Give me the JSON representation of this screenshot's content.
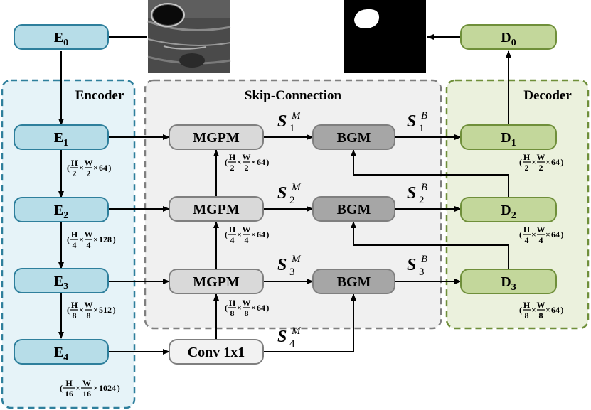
{
  "groups": {
    "encoder": "Encoder",
    "skip": "Skip-Connection",
    "decoder": "Decoder"
  },
  "encoder_nodes": [
    {
      "base": "E",
      "sub": "0"
    },
    {
      "base": "E",
      "sub": "1"
    },
    {
      "base": "E",
      "sub": "2"
    },
    {
      "base": "E",
      "sub": "3"
    },
    {
      "base": "E",
      "sub": "4"
    }
  ],
  "decoder_nodes": [
    {
      "base": "D",
      "sub": "0"
    },
    {
      "base": "D",
      "sub": "1"
    },
    {
      "base": "D",
      "sub": "2"
    },
    {
      "base": "D",
      "sub": "3"
    }
  ],
  "mgpm_label": "MGPM",
  "bgm_label": "BGM",
  "conv_label": "Conv 1x1",
  "skip_labels": [
    {
      "base": "S",
      "sub": "1",
      "sup": "M"
    },
    {
      "base": "S",
      "sub": "2",
      "sup": "M"
    },
    {
      "base": "S",
      "sub": "3",
      "sup": "M"
    },
    {
      "base": "S",
      "sub": "4",
      "sup": "M"
    },
    {
      "base": "S",
      "sub": "1",
      "sup": "B"
    },
    {
      "base": "S",
      "sub": "2",
      "sup": "B"
    },
    {
      "base": "S",
      "sub": "3",
      "sup": "B"
    }
  ],
  "dims": {
    "h": "H",
    "w": "W",
    "times": "×",
    "open": "(",
    "close": ")",
    "encoder": [
      {
        "den": "2",
        "ch": "64"
      },
      {
        "den": "4",
        "ch": "128"
      },
      {
        "den": "8",
        "ch": "512"
      },
      {
        "den": "16",
        "ch": "1024"
      }
    ],
    "mgpm": [
      {
        "den": "2",
        "ch": "64"
      },
      {
        "den": "4",
        "ch": "64"
      },
      {
        "den": "8",
        "ch": "64"
      }
    ],
    "decoder": [
      {
        "den": "2",
        "ch": "64"
      },
      {
        "den": "4",
        "ch": "64"
      },
      {
        "den": "8",
        "ch": "64"
      }
    ]
  },
  "colors": {
    "encoder_fill": "#b7dde8",
    "encoder_stroke": "#2e7f9c",
    "encoder_group_fill": "#e6f3f8",
    "encoder_group_stroke": "#2e7f9c",
    "decoder_fill": "#c3d79b",
    "decoder_stroke": "#6f8f3a",
    "decoder_group_fill": "#ebf1dd",
    "decoder_group_stroke": "#6f8f3a",
    "skip_group_fill": "#f0f0f0",
    "skip_group_stroke": "#7f7f7f",
    "mgpm_fill": "#d9d9d9",
    "bgm_fill": "#a6a6a6",
    "conv_fill": "#f2f2f2",
    "node_stroke": "#7f7f7f"
  }
}
